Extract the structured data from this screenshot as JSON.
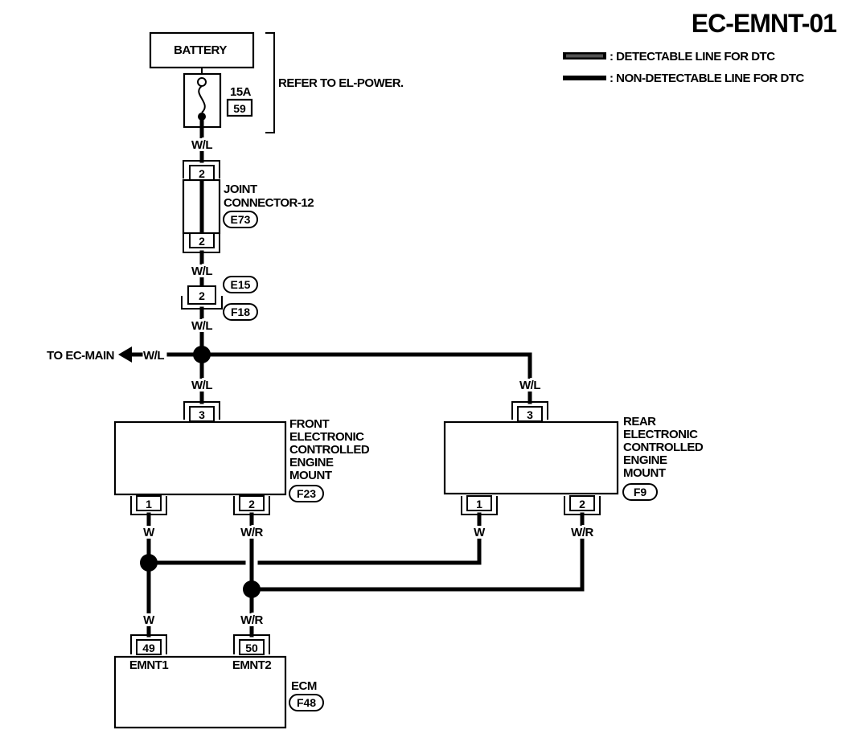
{
  "title": "EC-EMNT-01",
  "legend": {
    "detectable": ": DETECTABLE LINE FOR DTC",
    "non_detectable": ": NON-DETECTABLE LINE FOR DTC"
  },
  "battery": {
    "label": "BATTERY"
  },
  "fuse": {
    "rating": "15A",
    "number": "59",
    "refer": "REFER TO EL-POWER."
  },
  "wires": {
    "w_l_1": "W/L",
    "w_l_2": "W/L",
    "w_l_3": "W/L",
    "w_l_4": "W/L",
    "w_l_5": "W/L",
    "w_l_main": "W/L",
    "w_front": "W",
    "wr_front": "W/R",
    "w_rear": "W",
    "wr_rear": "W/R",
    "w_ecm": "W",
    "wr_ecm": "W/R"
  },
  "joint_connector": {
    "label_line1": "JOINT",
    "label_line2": "CONNECTOR-12",
    "id": "E73",
    "pin_top": "2",
    "pin_bottom": "2"
  },
  "inline_connector": {
    "pin": "2",
    "id_top": "E15",
    "id_bottom": "F18"
  },
  "to_main": "TO EC-MAIN",
  "front_mount": {
    "lines": [
      "FRONT",
      "ELECTRONIC",
      "CONTROLLED",
      "ENGINE",
      "MOUNT"
    ],
    "id": "F23",
    "pin_top": "3",
    "pin_1": "1",
    "pin_2": "2"
  },
  "rear_mount": {
    "lines": [
      "REAR",
      "ELECTRONIC",
      "CONTROLLED",
      "ENGINE",
      "MOUNT"
    ],
    "id": "F9",
    "pin_top": "3",
    "pin_1": "1",
    "pin_2": "2"
  },
  "ecm": {
    "label": "ECM",
    "id": "F48",
    "pin_49": "49",
    "pin_50": "50",
    "term_1": "EMNT1",
    "term_2": "EMNT2"
  }
}
